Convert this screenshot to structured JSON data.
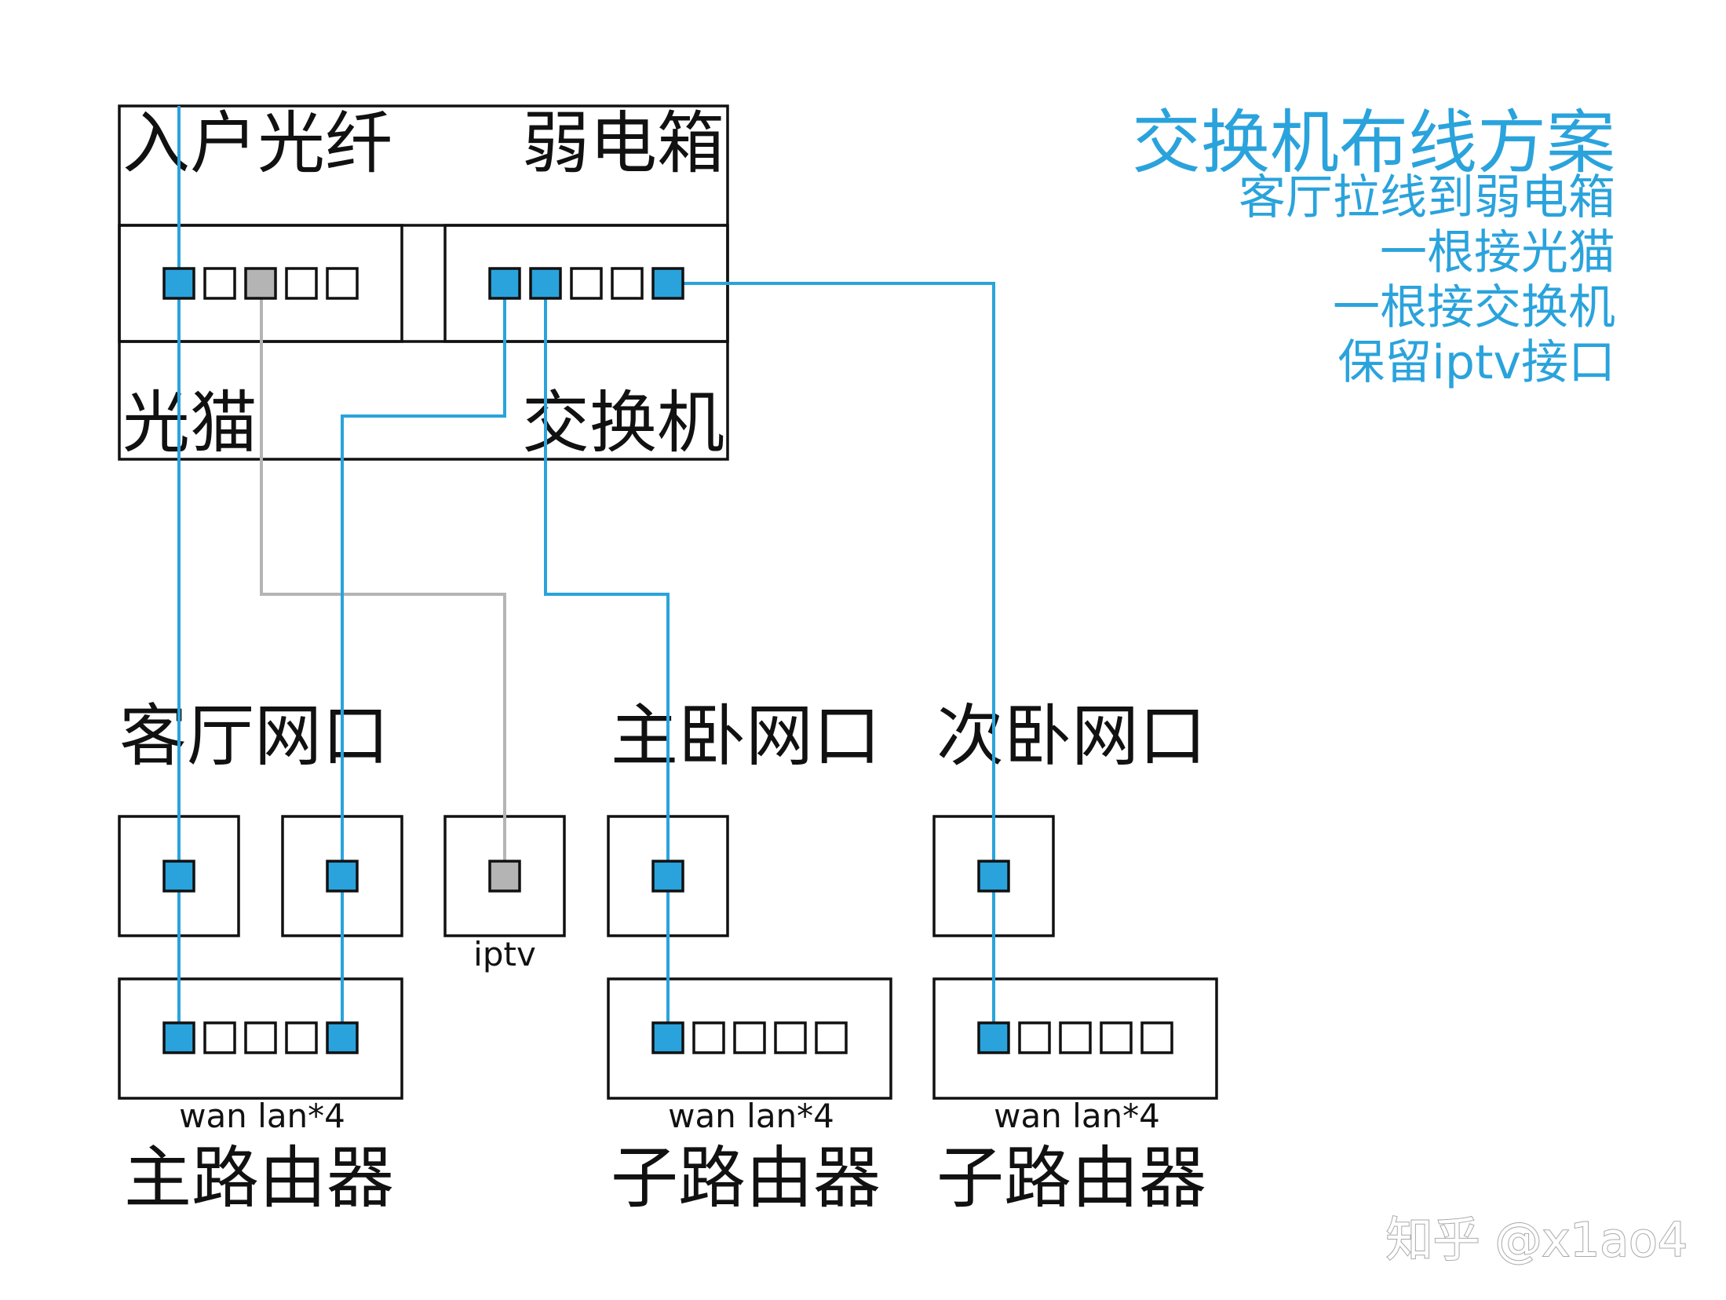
{
  "colors": {
    "accent": "#2aa3dc",
    "iptv": "#b4b4b4",
    "line": "#111111"
  },
  "title": {
    "main": "交换机布线方案",
    "lines": [
      "客厅拉线到弱电箱",
      "一根接光猫",
      "一根接交换机",
      "保留iptv接口"
    ]
  },
  "cabinet": {
    "fiber_label": "入户光纤",
    "box_label": "弱电箱",
    "modem_label": "光猫",
    "switch_label": "交换机"
  },
  "rooms": {
    "living": "客厅网口",
    "master": "主卧网口",
    "second": "次卧网口"
  },
  "iptv_label": "iptv",
  "routers": {
    "port_caption": "wan lan*4",
    "main": "主路由器",
    "sub": "子路由器"
  },
  "watermark": "知乎 @x1ao4"
}
